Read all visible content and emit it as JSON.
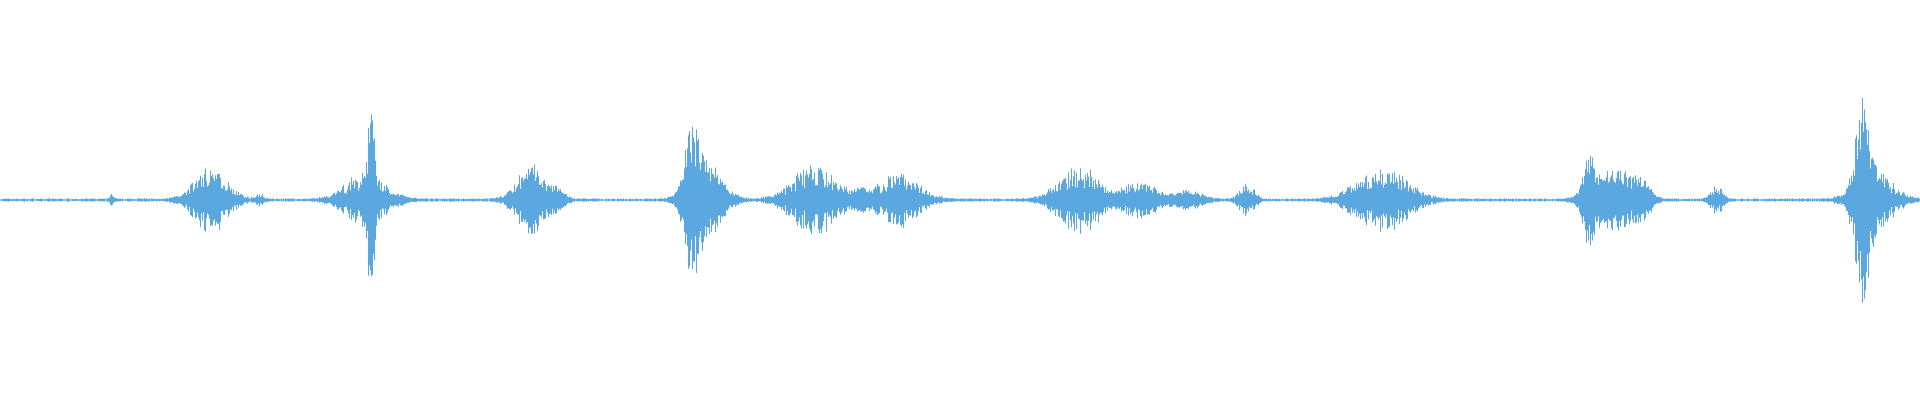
{
  "waveform": {
    "color": "#5ba8e0",
    "background": "#ffffff",
    "bursts": [
      {
        "pos": 0.1094,
        "amp": 0.18,
        "width": 0.009
      },
      {
        "pos": 0.1903,
        "amp": 0.14,
        "width": 0.011
      },
      {
        "pos": 0.1934,
        "amp": 0.62,
        "width": 0.0015
      },
      {
        "pos": 0.273,
        "amp": 0.1,
        "width": 0.007
      },
      {
        "pos": 0.279,
        "amp": 0.12,
        "width": 0.006
      },
      {
        "pos": 0.29,
        "amp": 0.06,
        "width": 0.004
      },
      {
        "pos": 0.36,
        "amp": 0.32,
        "width": 0.004
      },
      {
        "pos": 0.366,
        "amp": 0.16,
        "width": 0.008
      },
      {
        "pos": 0.371,
        "amp": 0.08,
        "width": 0.008
      },
      {
        "pos": 0.424,
        "amp": 0.18,
        "width": 0.012
      },
      {
        "pos": 0.448,
        "amp": 0.05,
        "width": 0.003
      },
      {
        "pos": 0.468,
        "amp": 0.14,
        "width": 0.011
      },
      {
        "pos": 0.562,
        "amp": 0.18,
        "width": 0.011
      },
      {
        "pos": 0.594,
        "amp": 0.1,
        "width": 0.009
      },
      {
        "pos": 0.619,
        "amp": 0.05,
        "width": 0.007
      },
      {
        "pos": 0.649,
        "amp": 0.09,
        "width": 0.004
      },
      {
        "pos": 0.72,
        "amp": 0.17,
        "width": 0.014
      },
      {
        "pos": 0.827,
        "amp": 0.22,
        "width": 0.003
      },
      {
        "pos": 0.833,
        "amp": 0.1,
        "width": 0.008
      },
      {
        "pos": 0.846,
        "amp": 0.15,
        "width": 0.008
      },
      {
        "pos": 0.8565,
        "amp": 0.06,
        "width": 0.004
      },
      {
        "pos": 0.894,
        "amp": 0.08,
        "width": 0.003
      },
      {
        "pos": 0.97,
        "amp": 0.44,
        "width": 0.004
      },
      {
        "pos": 0.976,
        "amp": 0.16,
        "width": 0.01
      },
      {
        "pos": 0.058,
        "amp": 0.03,
        "width": 0.001
      },
      {
        "pos": 0.135,
        "amp": 0.03,
        "width": 0.002
      }
    ],
    "noise": 0.006,
    "seed": 7
  }
}
